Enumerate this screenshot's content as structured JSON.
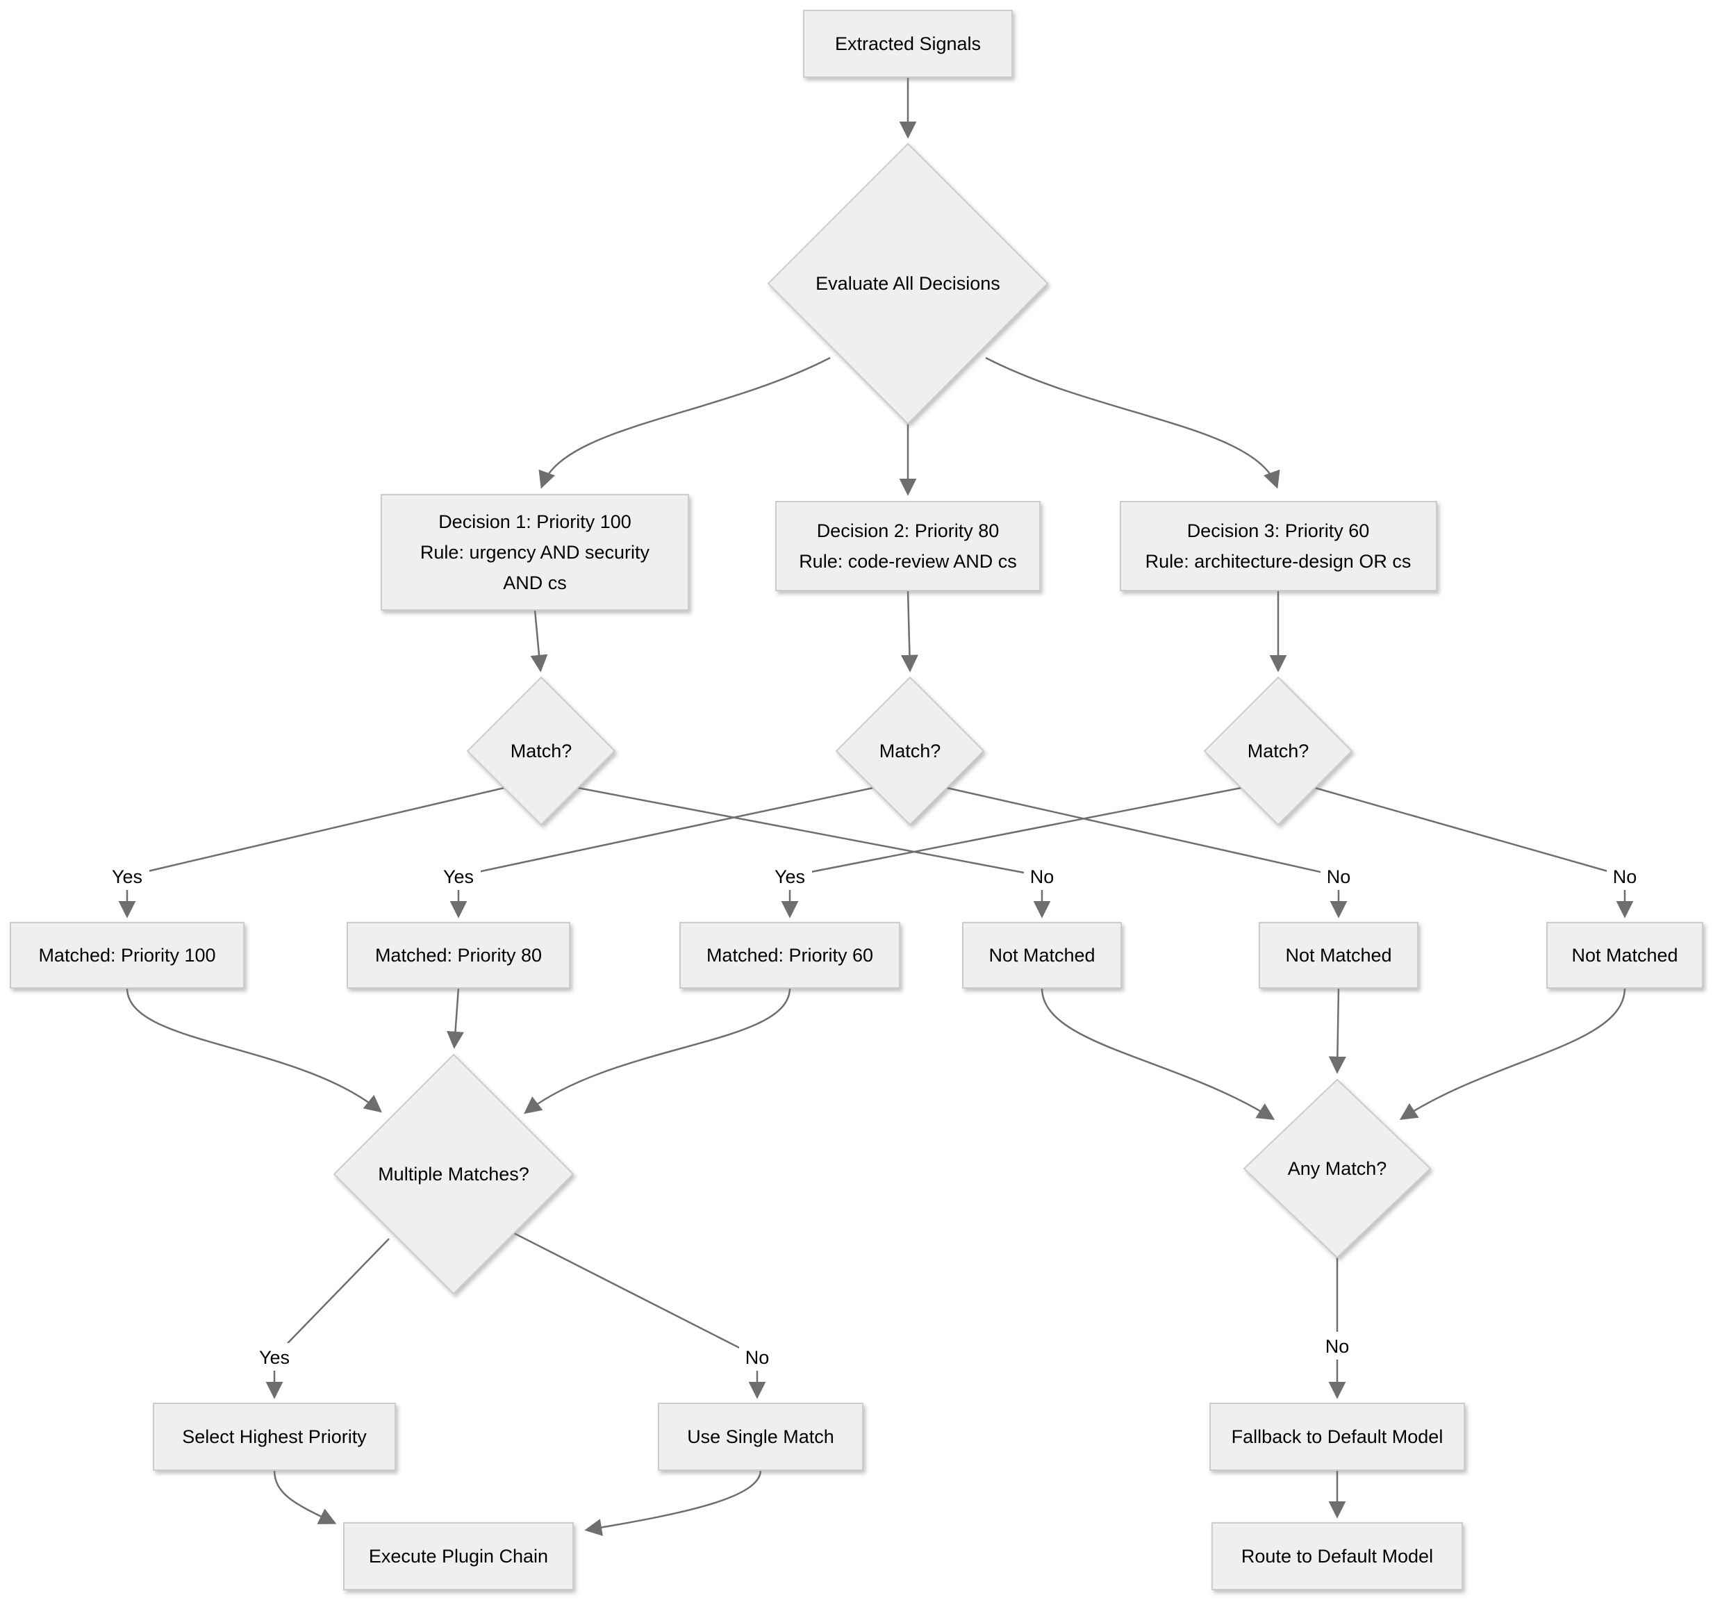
{
  "diagram": {
    "type": "flowchart",
    "colors": {
      "background": "#ffffff",
      "node_fill": "#efefef",
      "node_border": "#cccccc",
      "edge": "#6e6e6e",
      "text": "#000000"
    },
    "nodes": {
      "extracted_signals": {
        "label": "Extracted Signals"
      },
      "evaluate_all_decisions": {
        "label": "Evaluate All Decisions"
      },
      "decision_1": {
        "lines": [
          "Decision 1: Priority 100",
          "Rule: urgency AND security",
          "AND cs"
        ]
      },
      "decision_2": {
        "lines": [
          "Decision 2: Priority 80",
          "Rule: code-review AND cs"
        ]
      },
      "decision_3": {
        "lines": [
          "Decision 3: Priority 60",
          "Rule: architecture-design OR cs"
        ]
      },
      "match_1": {
        "label": "Match?"
      },
      "match_2": {
        "label": "Match?"
      },
      "match_3": {
        "label": "Match?"
      },
      "matched_100": {
        "label": "Matched: Priority 100"
      },
      "matched_80": {
        "label": "Matched: Priority 80"
      },
      "matched_60": {
        "label": "Matched: Priority 60"
      },
      "not_matched_1": {
        "label": "Not Matched"
      },
      "not_matched_2": {
        "label": "Not Matched"
      },
      "not_matched_3": {
        "label": "Not Matched"
      },
      "multiple_matches": {
        "label": "Multiple Matches?"
      },
      "any_match": {
        "label": "Any Match?"
      },
      "select_highest_priority": {
        "label": "Select Highest Priority"
      },
      "use_single_match": {
        "label": "Use Single Match"
      },
      "fallback_to_default": {
        "label": "Fallback to Default Model"
      },
      "execute_plugin_chain": {
        "label": "Execute Plugin Chain"
      },
      "route_to_default": {
        "label": "Route to Default Model"
      }
    },
    "edge_labels": {
      "yes": "Yes",
      "no": "No"
    }
  }
}
